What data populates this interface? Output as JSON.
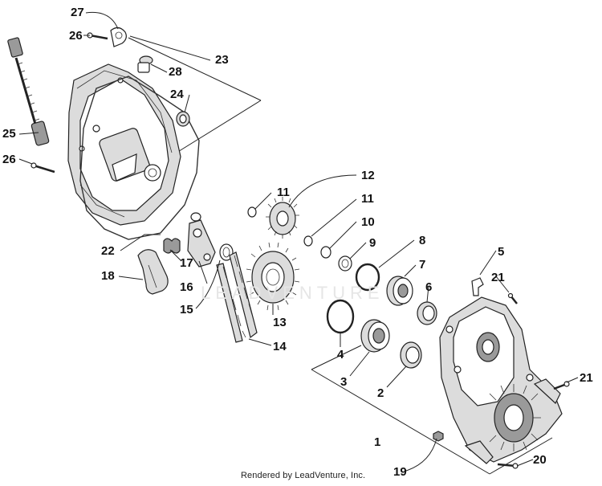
{
  "footer": {
    "text": "Rendered by LeadVenture, Inc."
  },
  "watermark": {
    "text": "LEADVENTURE"
  },
  "callouts": {
    "c27": "27",
    "c26a": "26",
    "c28": "28",
    "c23": "23",
    "c24": "24",
    "c25": "25",
    "c26b": "26",
    "c12": "12",
    "c11a": "11",
    "c11b": "11",
    "c10": "10",
    "c9": "9",
    "c8": "8",
    "c5": "5",
    "c7": "7",
    "c21a": "21",
    "c6": "6",
    "c22": "22",
    "c17": "17",
    "c18": "18",
    "c16": "16",
    "c15": "15",
    "c13": "13",
    "c14": "14",
    "c4": "4",
    "c3": "3",
    "c2": "2",
    "c21b": "21",
    "c1": "1",
    "c19": "19",
    "c20": "20"
  }
}
